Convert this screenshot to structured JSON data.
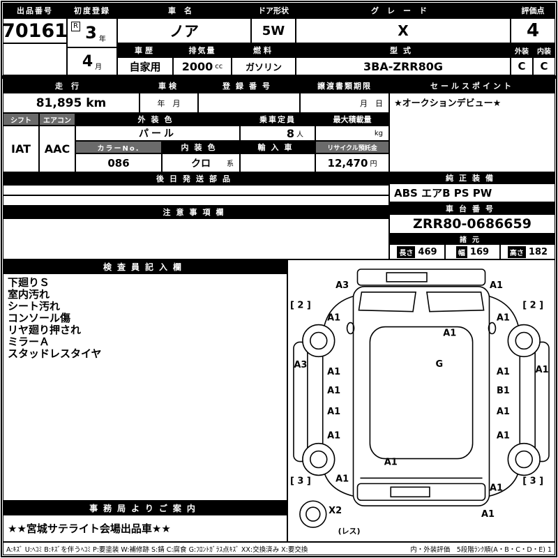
{
  "header": {
    "auction_no_label": "出品番号",
    "auction_no": "70161",
    "first_reg_label": "初度登録",
    "first_reg_era": "R",
    "first_reg_year": "3",
    "first_reg_year_suffix": "年",
    "first_reg_month": "4",
    "first_reg_month_suffix": "月",
    "car_name_label": "車名",
    "car_name": "ノア",
    "door_shape_label": "ドア形状",
    "door_shape": "5W",
    "grade_label": "グレード",
    "grade": "X",
    "score_label": "評価点",
    "score": "4",
    "history_label": "車歴",
    "history": "自家用",
    "displacement_label": "排気量",
    "displacement": "2000",
    "displacement_unit": "cc",
    "fuel_label": "燃料",
    "fuel": "ガソリン",
    "model_label": "型式",
    "model": "3BA-ZRR80G",
    "exterior_label": "外装",
    "interior_label": "内装",
    "exterior_score": "C",
    "interior_score": "C"
  },
  "mileage_band": {
    "mileage_label": "走行",
    "mileage": "81,895 km",
    "shaken_label": "車検",
    "shaken_value": "年　月",
    "reg_no_label": "登録番号",
    "transfer_label": "譲渡書類期限",
    "transfer_value": "月　日",
    "sales_point_label": "セールスポイント",
    "sales_point": "★オークションデビュー★"
  },
  "spec": {
    "shift_label": "シフト",
    "shift": "IAT",
    "aircon_label": "エアコン",
    "aircon": "AAC",
    "ext_color_label": "外装色",
    "ext_color": "パール",
    "capacity_label": "乗車定員",
    "capacity": "8",
    "capacity_unit": "人",
    "max_load_label": "最大積載量",
    "max_load_unit": "kg",
    "color_no_label": "カラーNo.",
    "color_no": "086",
    "int_color_label": "内装色",
    "int_color": "クロ",
    "int_color_suffix": "系",
    "import_label": "輸入車",
    "recycle_label": "リサイクル預託金",
    "recycle": "12,470",
    "recycle_unit": "円"
  },
  "later_parts": {
    "label": "後日発送部品"
  },
  "equipment": {
    "label": "純正装備",
    "value": "ABS エアB PS PW"
  },
  "notes": {
    "label": "注意事項欄"
  },
  "chassis": {
    "label": "車台番号",
    "value": "ZRR80-0686659"
  },
  "dimensions": {
    "label": "諸元",
    "length_label": "長さ",
    "length": "469",
    "width_label": "幅",
    "width": "169",
    "height_label": "高さ",
    "height": "182"
  },
  "inspector": {
    "label": "検査員記入欄",
    "items": [
      "下廻りＳ",
      "室内汚れ",
      "シート汚れ",
      "コンソール傷",
      "リヤ廻り押され",
      "ミラーＡ",
      "スタッドレスタイヤ"
    ]
  },
  "office": {
    "label": "事務局よりご案内",
    "value": "★★宮城サテライト会場出品車★★"
  },
  "diagram": {
    "labels": [
      {
        "text": "A3"
      },
      {
        "text": "A1"
      },
      {
        "text": "[ 2 ]"
      },
      {
        "text": "A1"
      },
      {
        "text": "A1"
      },
      {
        "text": "[ 2 ]"
      },
      {
        "text": "A1"
      },
      {
        "text": "A3"
      },
      {
        "text": "A1"
      },
      {
        "text": "G"
      },
      {
        "text": "A1"
      },
      {
        "text": "A1"
      },
      {
        "text": "A1"
      },
      {
        "text": "B1"
      },
      {
        "text": "A1"
      },
      {
        "text": "A1"
      },
      {
        "text": "A1"
      },
      {
        "text": "A1"
      },
      {
        "text": "A1"
      },
      {
        "text": "A1"
      },
      {
        "text": "[ 3 ]"
      },
      {
        "text": "[ 3 ]"
      },
      {
        "text": "A1"
      },
      {
        "text": "X2"
      },
      {
        "text": "A1"
      },
      {
        "text": "(レス)"
      }
    ]
  },
  "legend": {
    "codes": "A:ｷｽﾞ U:ﾍｺﾐ B:ｷｽﾞを伴うﾍｺﾐ P:要塗装 W:補修跡 S:錆 C:腐食 G:ﾌﾛﾝﾄｶﾞﾗｽ点ｷｽﾞ XX:交換済み X:要交換",
    "rank": "内・外装評価　5段階ﾗﾝｸ順(A・B・C・D・E) 1"
  }
}
